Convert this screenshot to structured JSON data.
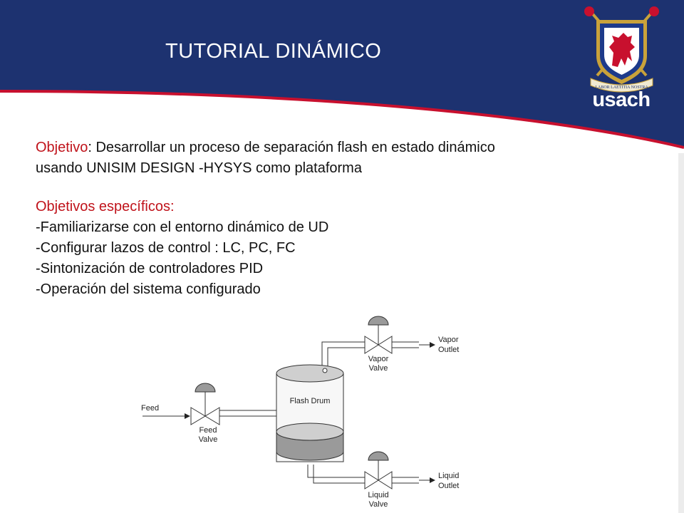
{
  "header": {
    "title": "TUTORIAL DINÁMICO",
    "logo_text": "usach",
    "logo_motto": "LABOR LAETITIA NOSTRA",
    "colors": {
      "band": "#1d3270",
      "accent_line": "#c8102e",
      "text_red": "#c0131b"
    }
  },
  "content": {
    "objective_label": "Objetivo",
    "objective_text": ": Desarrollar un proceso de separación flash en estado dinámico",
    "objective_text_2": "usando UNISIM DESIGN -HYSYS como plataforma",
    "specific_heading": "Objetivos específicos:",
    "items": [
      "-Familiarizarse con el entorno dinámico de UD",
      "-Configurar lazos de control : LC, PC, FC",
      "-Sintonización de controladores PID",
      "-Operación del sistema configurado"
    ]
  },
  "diagram": {
    "feed": "Feed",
    "feed_valve": [
      "Feed",
      "Valve"
    ],
    "flash_drum": "Flash Drum",
    "vapor_valve": [
      "Vapor",
      "Valve"
    ],
    "vapor_outlet": [
      "Vapor",
      "Outlet"
    ],
    "liquid_valve": [
      "Liquid",
      "Valve"
    ],
    "liquid_outlet": [
      "Liquid",
      "Outlet"
    ]
  }
}
